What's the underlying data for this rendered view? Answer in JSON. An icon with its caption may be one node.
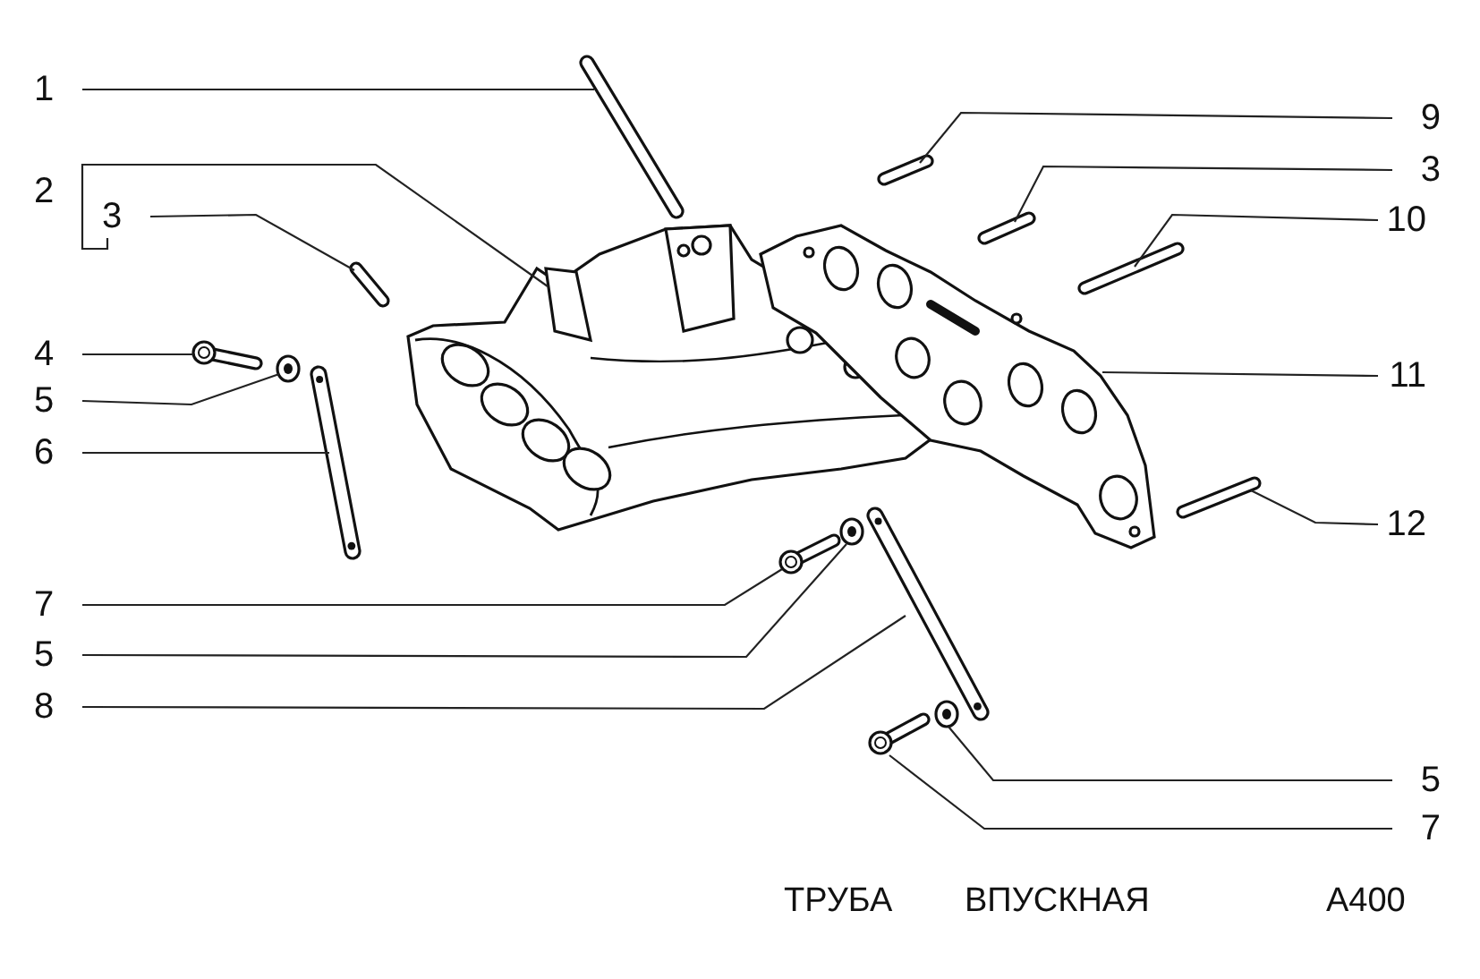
{
  "diagram": {
    "nodes": [
      {
        "text": [
          "1"
        ]
      },
      {
        "text": [
          "2"
        ]
      },
      {
        "text": [
          "3"
        ]
      },
      {
        "text": [
          "4"
        ]
      },
      {
        "text": [
          "5"
        ]
      },
      {
        "text": [
          "6"
        ]
      },
      {
        "text": [
          "7"
        ]
      },
      {
        "text": [
          "5"
        ]
      },
      {
        "text": [
          "8"
        ]
      },
      {
        "text": [
          "9"
        ]
      },
      {
        "text": [
          "3"
        ]
      },
      {
        "text": [
          "10"
        ]
      },
      {
        "text": [
          "11"
        ]
      },
      {
        "text": [
          "12"
        ]
      },
      {
        "text": [
          "5"
        ]
      },
      {
        "text": [
          "7"
        ]
      },
      {
        "text": [],
        "shape": "picture"
      },
      {
        "text": [],
        "shape": "picture"
      },
      {
        "text": [],
        "shape": "picture"
      },
      {
        "text": [],
        "shape": "picture"
      },
      {
        "text": [],
        "shape": "picture"
      },
      {
        "text": [],
        "shape": "picture"
      },
      {
        "text": [],
        "shape": "picture"
      },
      {
        "text": [],
        "shape": "picture"
      },
      {
        "text": [],
        "shape": "picture"
      },
      {
        "text": [],
        "shape": "picture"
      },
      {
        "text": [],
        "shape": "picture"
      },
      {
        "text": [],
        "shape": "picture"
      },
      {
        "text": [],
        "shape": "picture"
      },
      {
        "text": [],
        "shape": "picture"
      },
      {
        "text": [],
        "shape": "picture"
      },
      {
        "text": [],
        "shape": "picture"
      }
    ],
    "edges": [
      {
        "from": 0,
        "to": 16,
        "arrow": "none"
      },
      {
        "from": 1,
        "to": 17,
        "arrow": "none"
      },
      {
        "from": 2,
        "to": 18,
        "arrow": "none"
      },
      {
        "from": 3,
        "to": 19,
        "arrow": "none"
      },
      {
        "from": 4,
        "to": 20,
        "arrow": "none"
      },
      {
        "from": 5,
        "to": 21,
        "arrow": "none"
      },
      {
        "from": 6,
        "to": 22,
        "arrow": "none"
      },
      {
        "from": 7,
        "to": 23,
        "arrow": "none"
      },
      {
        "from": 8,
        "to": 24,
        "arrow": "none"
      },
      {
        "from": 9,
        "to": 25,
        "arrow": "none"
      },
      {
        "from": 10,
        "to": 26,
        "arrow": "none"
      },
      {
        "from": 11,
        "to": 27,
        "arrow": "none"
      },
      {
        "from": 12,
        "to": 28,
        "arrow": "none"
      },
      {
        "from": 13,
        "to": 29,
        "arrow": "none"
      },
      {
        "from": 14,
        "to": 30,
        "arrow": "none"
      },
      {
        "from": 15,
        "to": 31,
        "arrow": "none"
      },
      {
        "from": 1,
        "to": 2,
        "arrow": "none"
      }
    ],
    "labels": [
      "ТРУБА",
      "ВПУСКНАЯ",
      "A400"
    ]
  }
}
